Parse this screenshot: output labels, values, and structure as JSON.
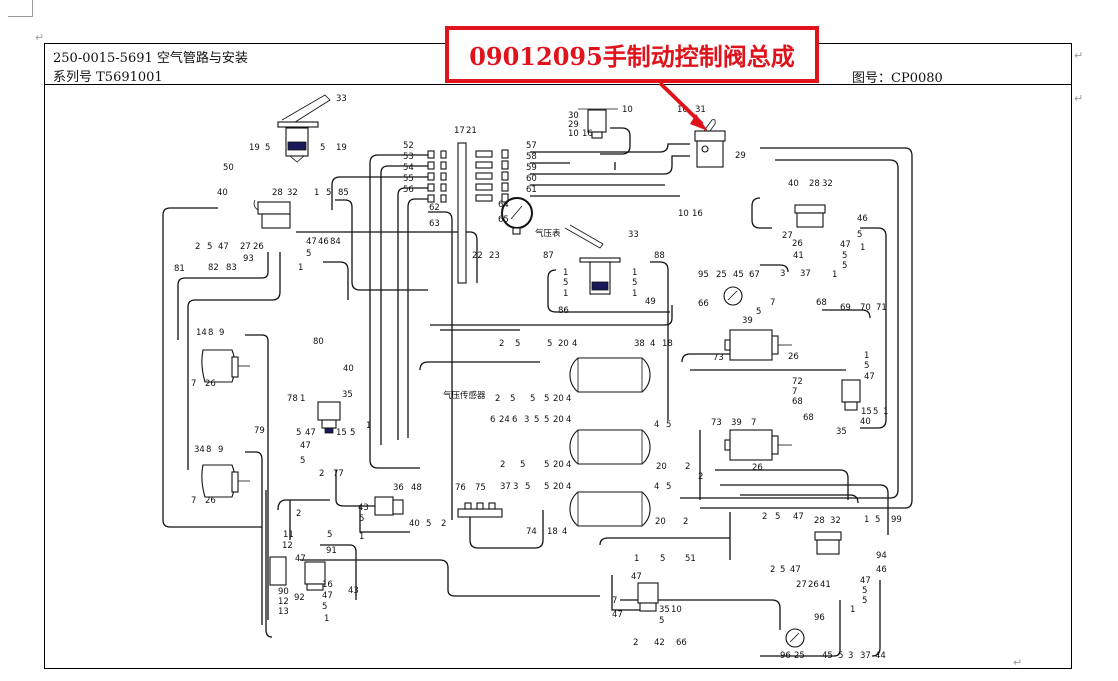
{
  "document": {
    "title_line1": "250-0015-5691 空气管路与安装",
    "title_line2": "系列号 T5691001",
    "drawing_no": "图号：CP0080",
    "paragraph_mark": "↵"
  },
  "callout": {
    "text": "09012095手制动控制阀总成",
    "color": "#e0121b"
  },
  "diagram": {
    "annotations": {
      "pressure_gauge": "气压表",
      "pressure_sensor": "气压传感器"
    },
    "labels": {
      "top_hand_valve": [
        "33",
        "19",
        "5",
        "5",
        "19"
      ],
      "left_relay": [
        "50",
        "40",
        "28",
        "32",
        "1",
        "5",
        "85",
        "2",
        "5",
        "47",
        "27",
        "26",
        "93",
        "47",
        "46",
        "84",
        "5",
        "1"
      ],
      "manifold_left": [
        "52",
        "53",
        "54",
        "55",
        "56",
        "17",
        "21",
        "62",
        "63",
        "22"
      ],
      "manifold_right": [
        "57",
        "58",
        "59",
        "60",
        "61",
        "64",
        "65",
        "23"
      ],
      "upper_valve": [
        "30",
        "29",
        "10",
        "10",
        "16",
        "10",
        "31",
        "29",
        "10",
        "16"
      ],
      "right_relay": [
        "40",
        "28",
        "32",
        "46",
        "5",
        "1",
        "27",
        "26",
        "41",
        "47",
        "5",
        "5",
        "1"
      ],
      "center_hand_valve": [
        "33",
        "87",
        "88",
        "1",
        "5",
        "1",
        "1",
        "5",
        "1",
        "49",
        "86"
      ],
      "right_chamber_upper": [
        "95",
        "25",
        "45",
        "67",
        "3",
        "37",
        "5",
        "66",
        "7",
        "68",
        "39",
        "73",
        "26",
        "69",
        "70",
        "71",
        "72",
        "7",
        "68",
        "1",
        "5",
        "47",
        "15",
        "5",
        "1",
        "40",
        "35"
      ],
      "tank_upper": [
        "2",
        "5",
        "5",
        "20",
        "4",
        "38",
        "4",
        "18",
        "2",
        "5",
        "5",
        "5",
        "20",
        "4"
      ],
      "tank_middle": [
        "6",
        "24",
        "6",
        "3",
        "5",
        "5",
        "20",
        "4",
        "2",
        "5",
        "5",
        "20",
        "4",
        "4",
        "5",
        "20",
        "2"
      ],
      "tank_lower": [
        "76",
        "75",
        "37",
        "3",
        "5",
        "5",
        "20",
        "4",
        "74",
        "18",
        "4",
        "4",
        "5",
        "20",
        "2"
      ],
      "left_chambers": [
        "81",
        "82",
        "83",
        "14",
        "8",
        "9",
        "7",
        "26",
        "34",
        "8",
        "9",
        "7",
        "26",
        "79"
      ],
      "left_valve": [
        "80",
        "40",
        "35",
        "78",
        "1",
        "5",
        "47",
        "15",
        "5",
        "1",
        "47",
        "5",
        "2",
        "77"
      ],
      "bottom_left": [
        "2",
        "11",
        "5",
        "47",
        "12",
        "91",
        "90",
        "12",
        "13",
        "92",
        "16",
        "47",
        "5",
        "1",
        "43"
      ],
      "bottom_center": [
        "36",
        "43",
        "48",
        "5",
        "1",
        "40",
        "5",
        "2"
      ],
      "bottom_valve": [
        "1",
        "5",
        "51",
        "47",
        "7",
        "35",
        "10",
        "47",
        "5",
        "2",
        "42",
        "66"
      ],
      "right_chamber_lower": [
        "73",
        "39",
        "7",
        "68",
        "26",
        "2"
      ],
      "bottom_right_relay": [
        "2",
        "5",
        "47",
        "28",
        "32",
        "1",
        "5",
        "99",
        "2",
        "5",
        "47",
        "94",
        "46",
        "47",
        "27",
        "26",
        "41",
        "5",
        "5",
        "1",
        "96",
        "96",
        "25",
        "45",
        "5",
        "3",
        "37",
        "44"
      ]
    }
  }
}
